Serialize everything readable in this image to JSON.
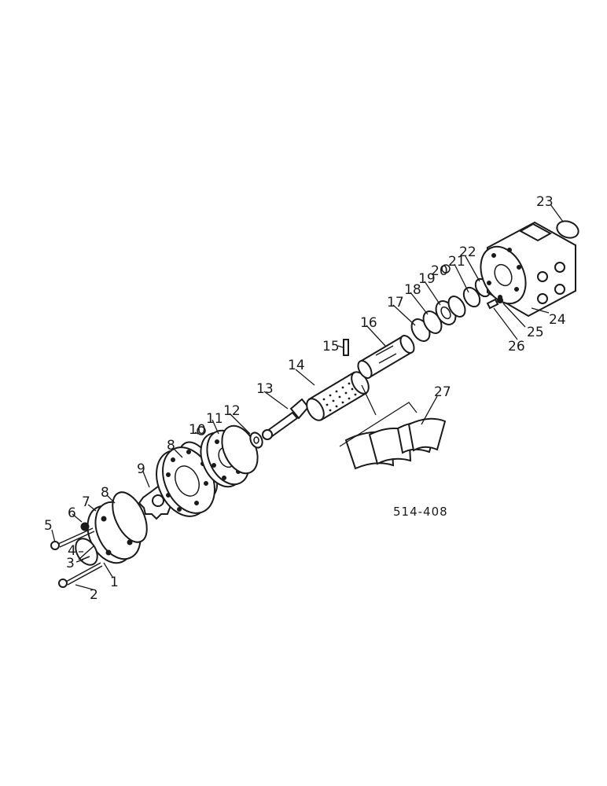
{
  "drawing_code": "514-408",
  "callouts": [
    "1",
    "2",
    "3",
    "4",
    "5",
    "6",
    "7",
    "8",
    "8",
    "9",
    "10",
    "11",
    "12",
    "13",
    "14",
    "15",
    "16",
    "17",
    "18",
    "19",
    "20",
    "21",
    "22",
    "23",
    "24",
    "25",
    "26",
    "27"
  ]
}
